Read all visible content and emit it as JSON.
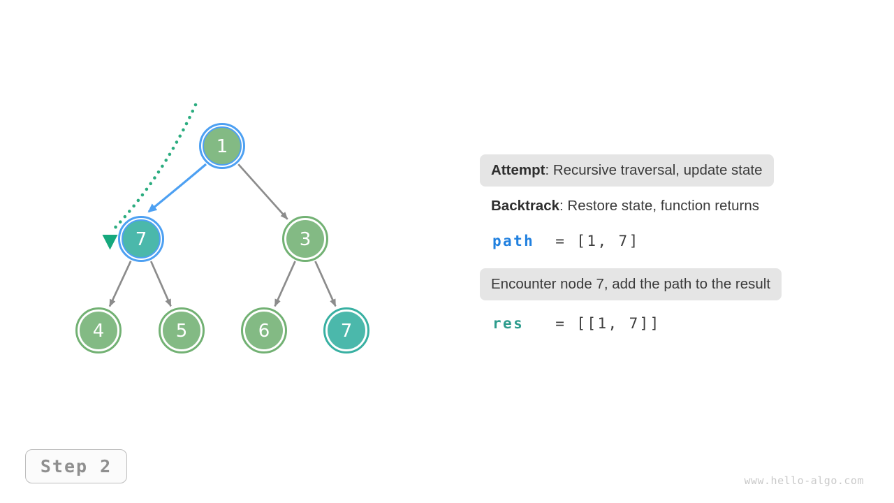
{
  "colors": {
    "node_green": "#83BA84",
    "node_green_ring": "#72B173",
    "node_teal": "#4BB8AB",
    "node_teal_ring": "#38B0A2",
    "highlight_blue": "#4DA0F2",
    "edge_gray": "#8C8C8C",
    "backtrack_green": "#2BAC7F",
    "backtrack_tri": "#16A87D",
    "panel_box_bg": "#E5E5E5",
    "text_dark": "#3A3A3A",
    "code_path_blue": "#2080DF",
    "code_res_teal": "#2E9C8D",
    "step_text_gray": "#8F8F8F",
    "watermark_gray": "#C9C9C9"
  },
  "tree": {
    "nodes": [
      {
        "value": "1",
        "state": "on-path-highlighted"
      },
      {
        "value": "7",
        "state": "current-highlighted"
      },
      {
        "value": "3",
        "state": "default"
      },
      {
        "value": "4",
        "state": "default"
      },
      {
        "value": "5",
        "state": "default"
      },
      {
        "value": "6",
        "state": "default"
      },
      {
        "value": "7",
        "state": "result-teal"
      }
    ]
  },
  "panel": {
    "attempt": {
      "label": "Attempt",
      "text": ": Recursive traversal, update state"
    },
    "backtrack": {
      "label": "Backtrack",
      "text": ": Restore state, function returns"
    },
    "path_line": {
      "name": "path",
      "rest": "  = [1, 7]"
    },
    "encounter": {
      "text": "Encounter node 7, add the path to the result"
    },
    "res_line": {
      "name": "res",
      "rest": "   = [[1, 7]]"
    }
  },
  "footer": {
    "step_label": "Step 2",
    "watermark": "www.hello-algo.com"
  }
}
